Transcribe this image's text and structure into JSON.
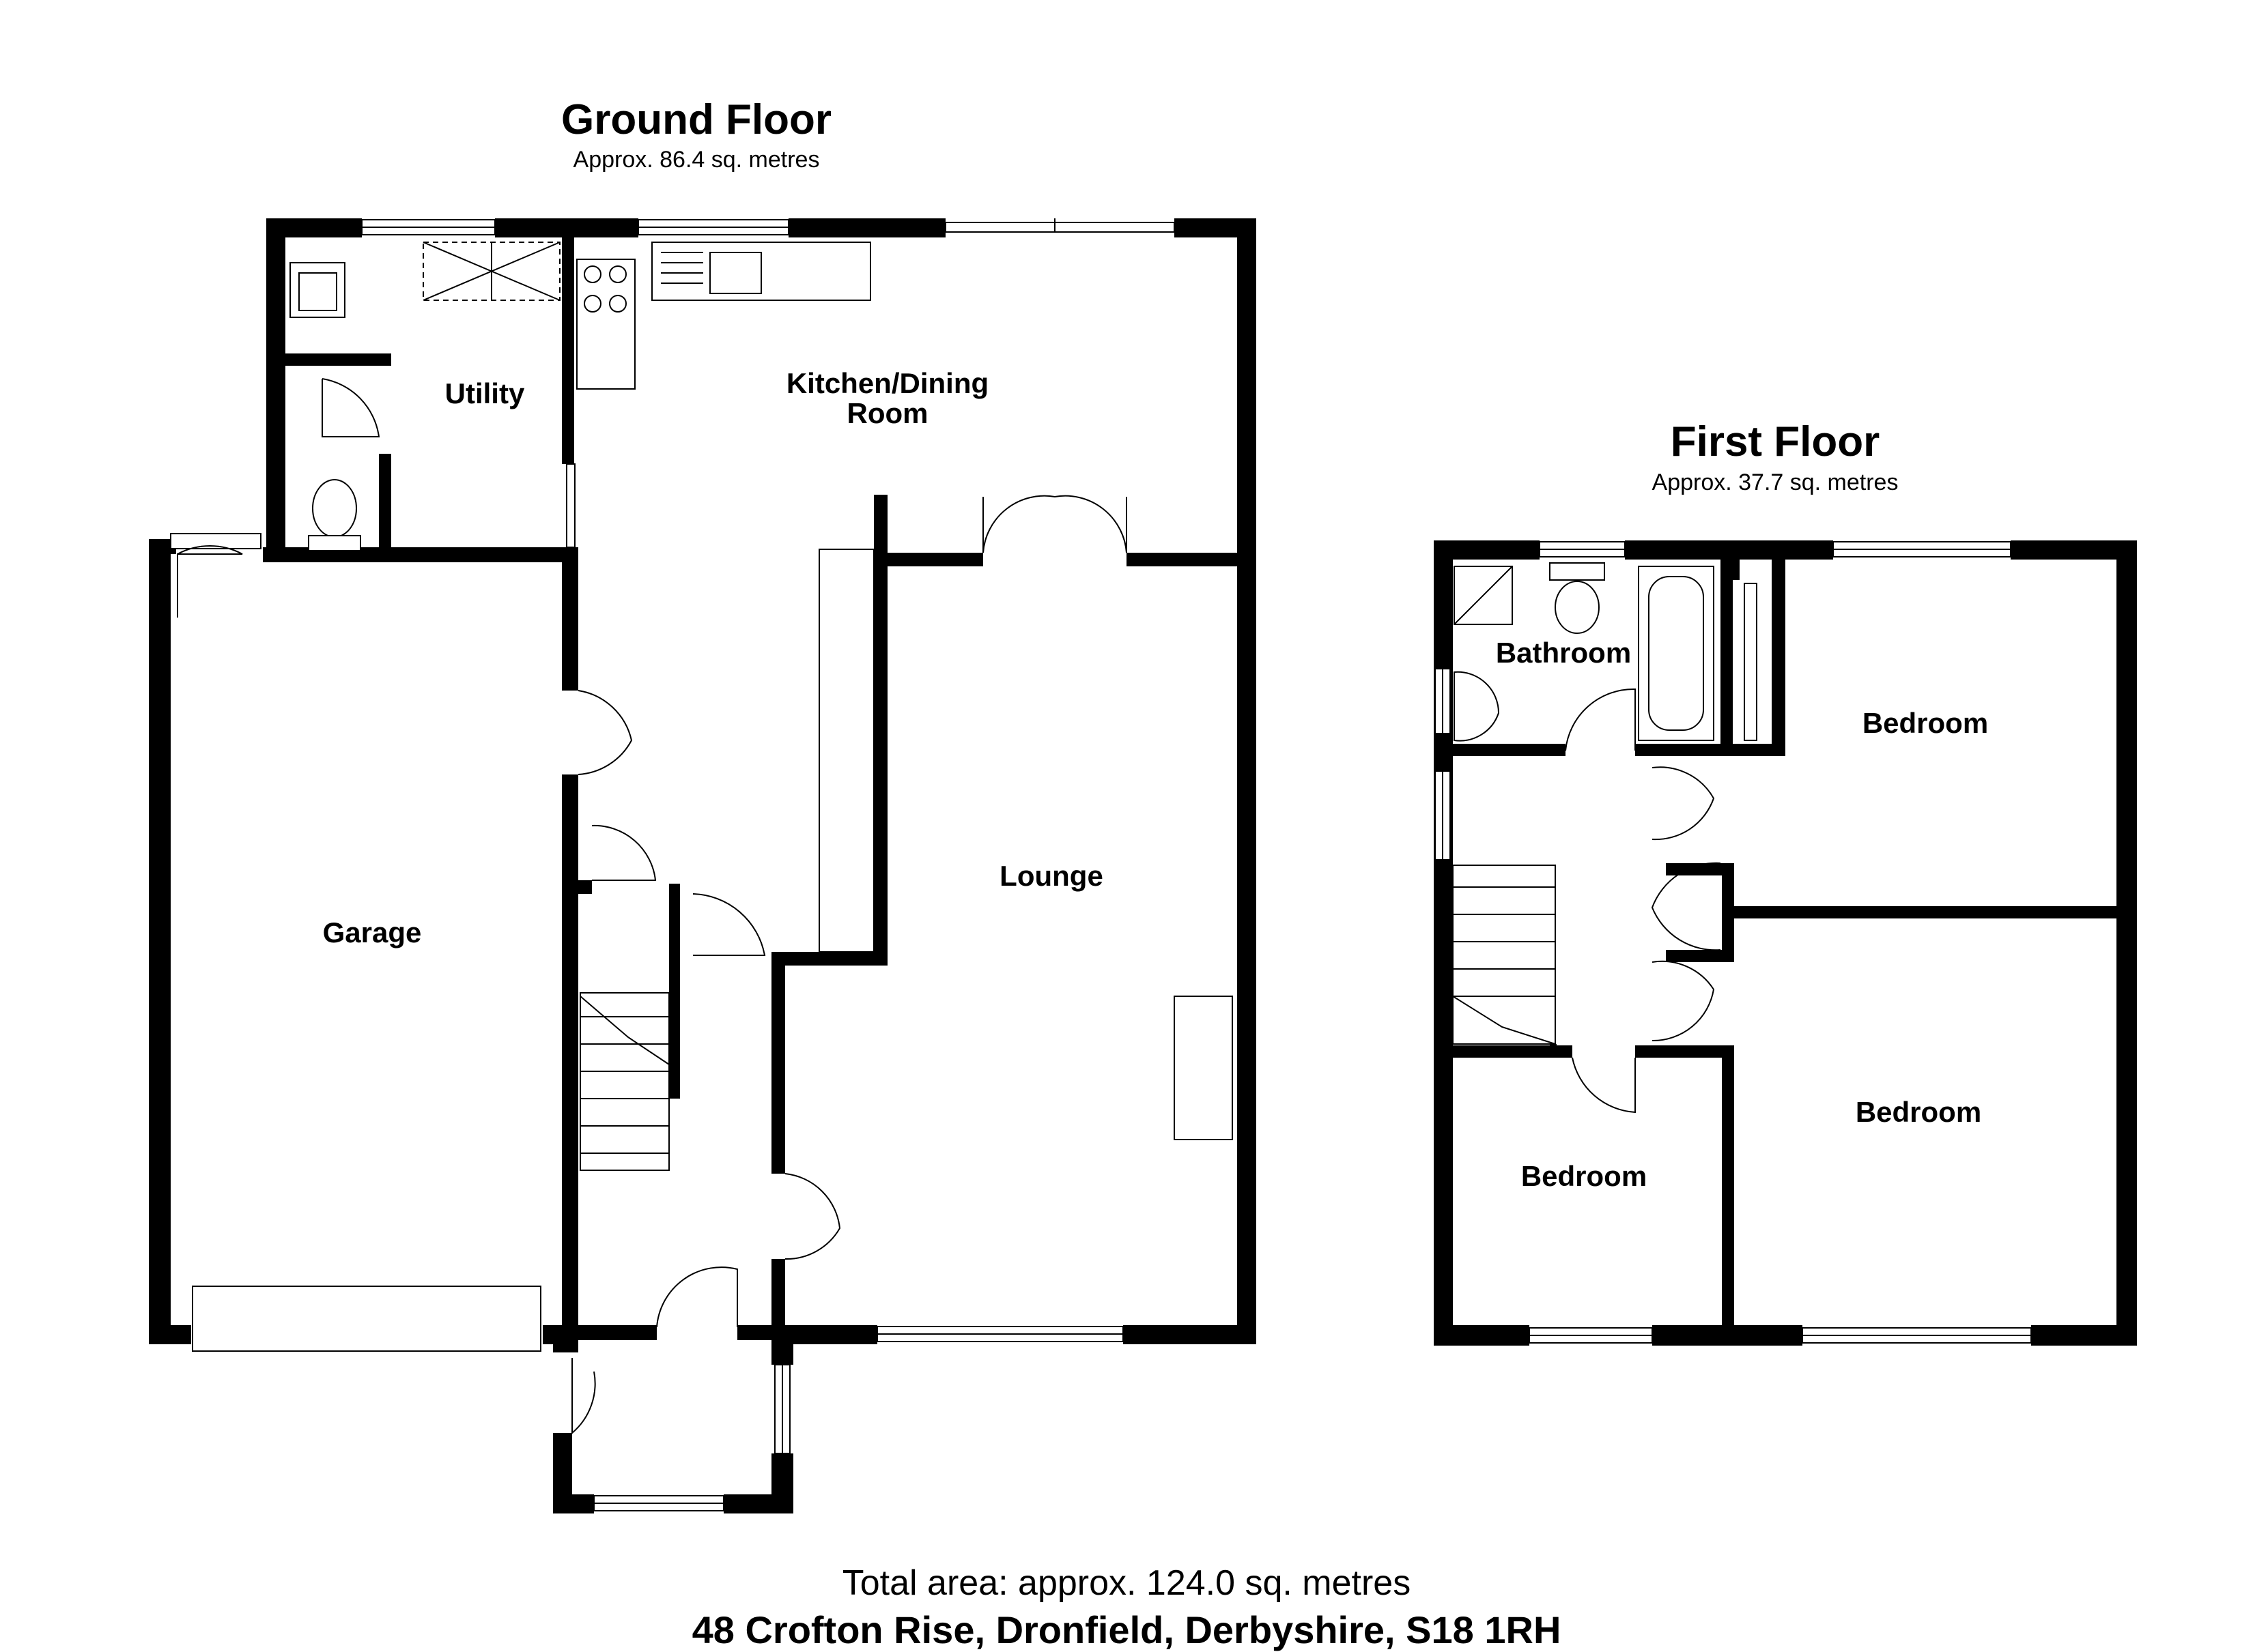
{
  "ground_floor": {
    "title": "Ground Floor",
    "area": "Approx. 86.4 sq. metres",
    "rooms": {
      "utility": "Utility",
      "kitchen": "Kitchen/Dining\nRoom",
      "lounge": "Lounge",
      "garage": "Garage"
    }
  },
  "first_floor": {
    "title": "First Floor",
    "area": "Approx. 37.7 sq. metres",
    "rooms": {
      "bathroom": "Bathroom",
      "bedroom_1": "Bedroom",
      "bedroom_2": "Bedroom",
      "bedroom_3": "Bedroom"
    }
  },
  "footer": {
    "total_area": "Total area: approx. 124.0 sq. metres",
    "address": "48 Crofton Rise, Dronfield, Derbyshire, S18 1RH"
  }
}
